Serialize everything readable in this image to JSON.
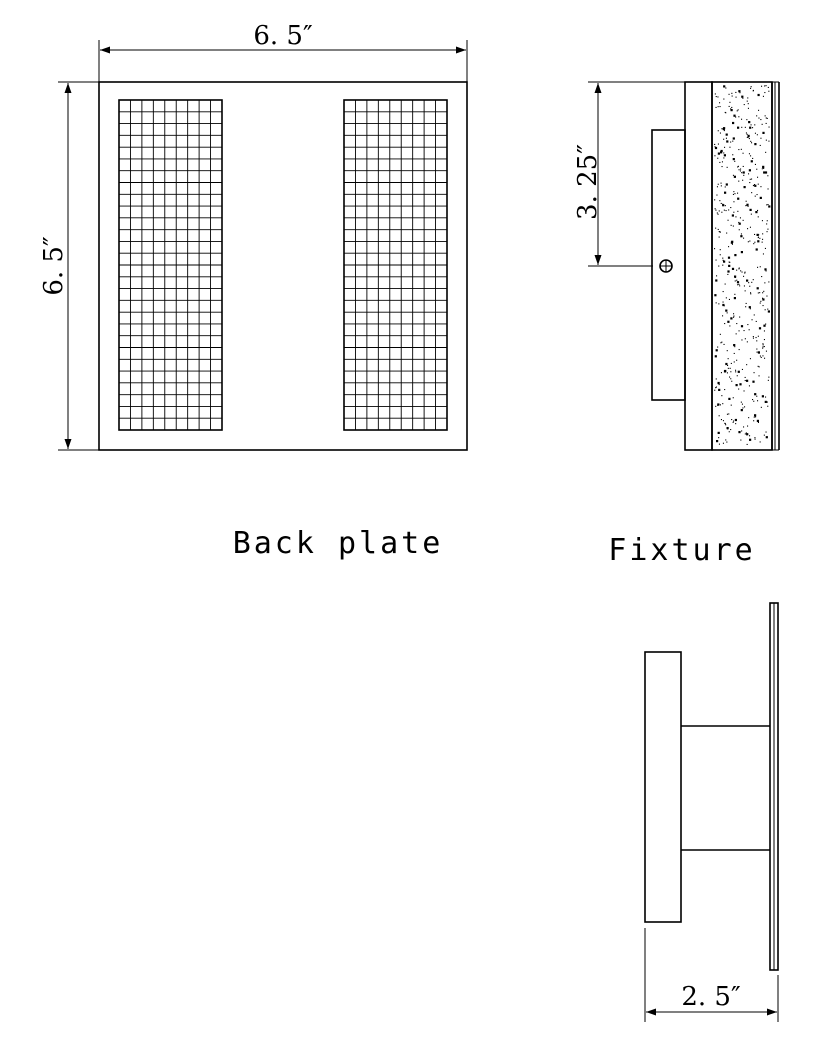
{
  "dimensions": {
    "back_width": "6. 5″",
    "back_height": "6. 5″",
    "mount_height": "3. 25″",
    "depth": "2. 5″"
  },
  "labels": {
    "back_plate": "Back plate",
    "fixture": "Fixture"
  },
  "colors": {
    "line": "#000000",
    "background": "#ffffff"
  }
}
